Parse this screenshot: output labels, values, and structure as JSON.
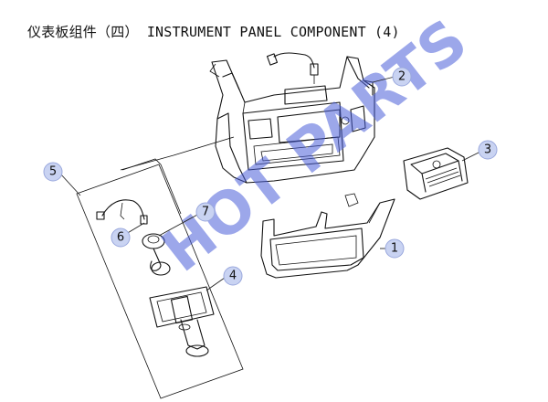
{
  "title": "仪表板组件（四）  INSTRUMENT PANEL COMPONENT (4)",
  "watermark": "HOT PARTS",
  "callouts": [
    {
      "id": "callout-1",
      "label": "1"
    },
    {
      "id": "callout-2",
      "label": "2"
    },
    {
      "id": "callout-3",
      "label": "3"
    },
    {
      "id": "callout-4",
      "label": "4"
    },
    {
      "id": "callout-5",
      "label": "5"
    },
    {
      "id": "callout-6",
      "label": "6"
    },
    {
      "id": "callout-7",
      "label": "7"
    }
  ],
  "colors": {
    "callout_fill": "#c9d3f2",
    "watermark": "#4b5fd8",
    "line": "#111111"
  }
}
